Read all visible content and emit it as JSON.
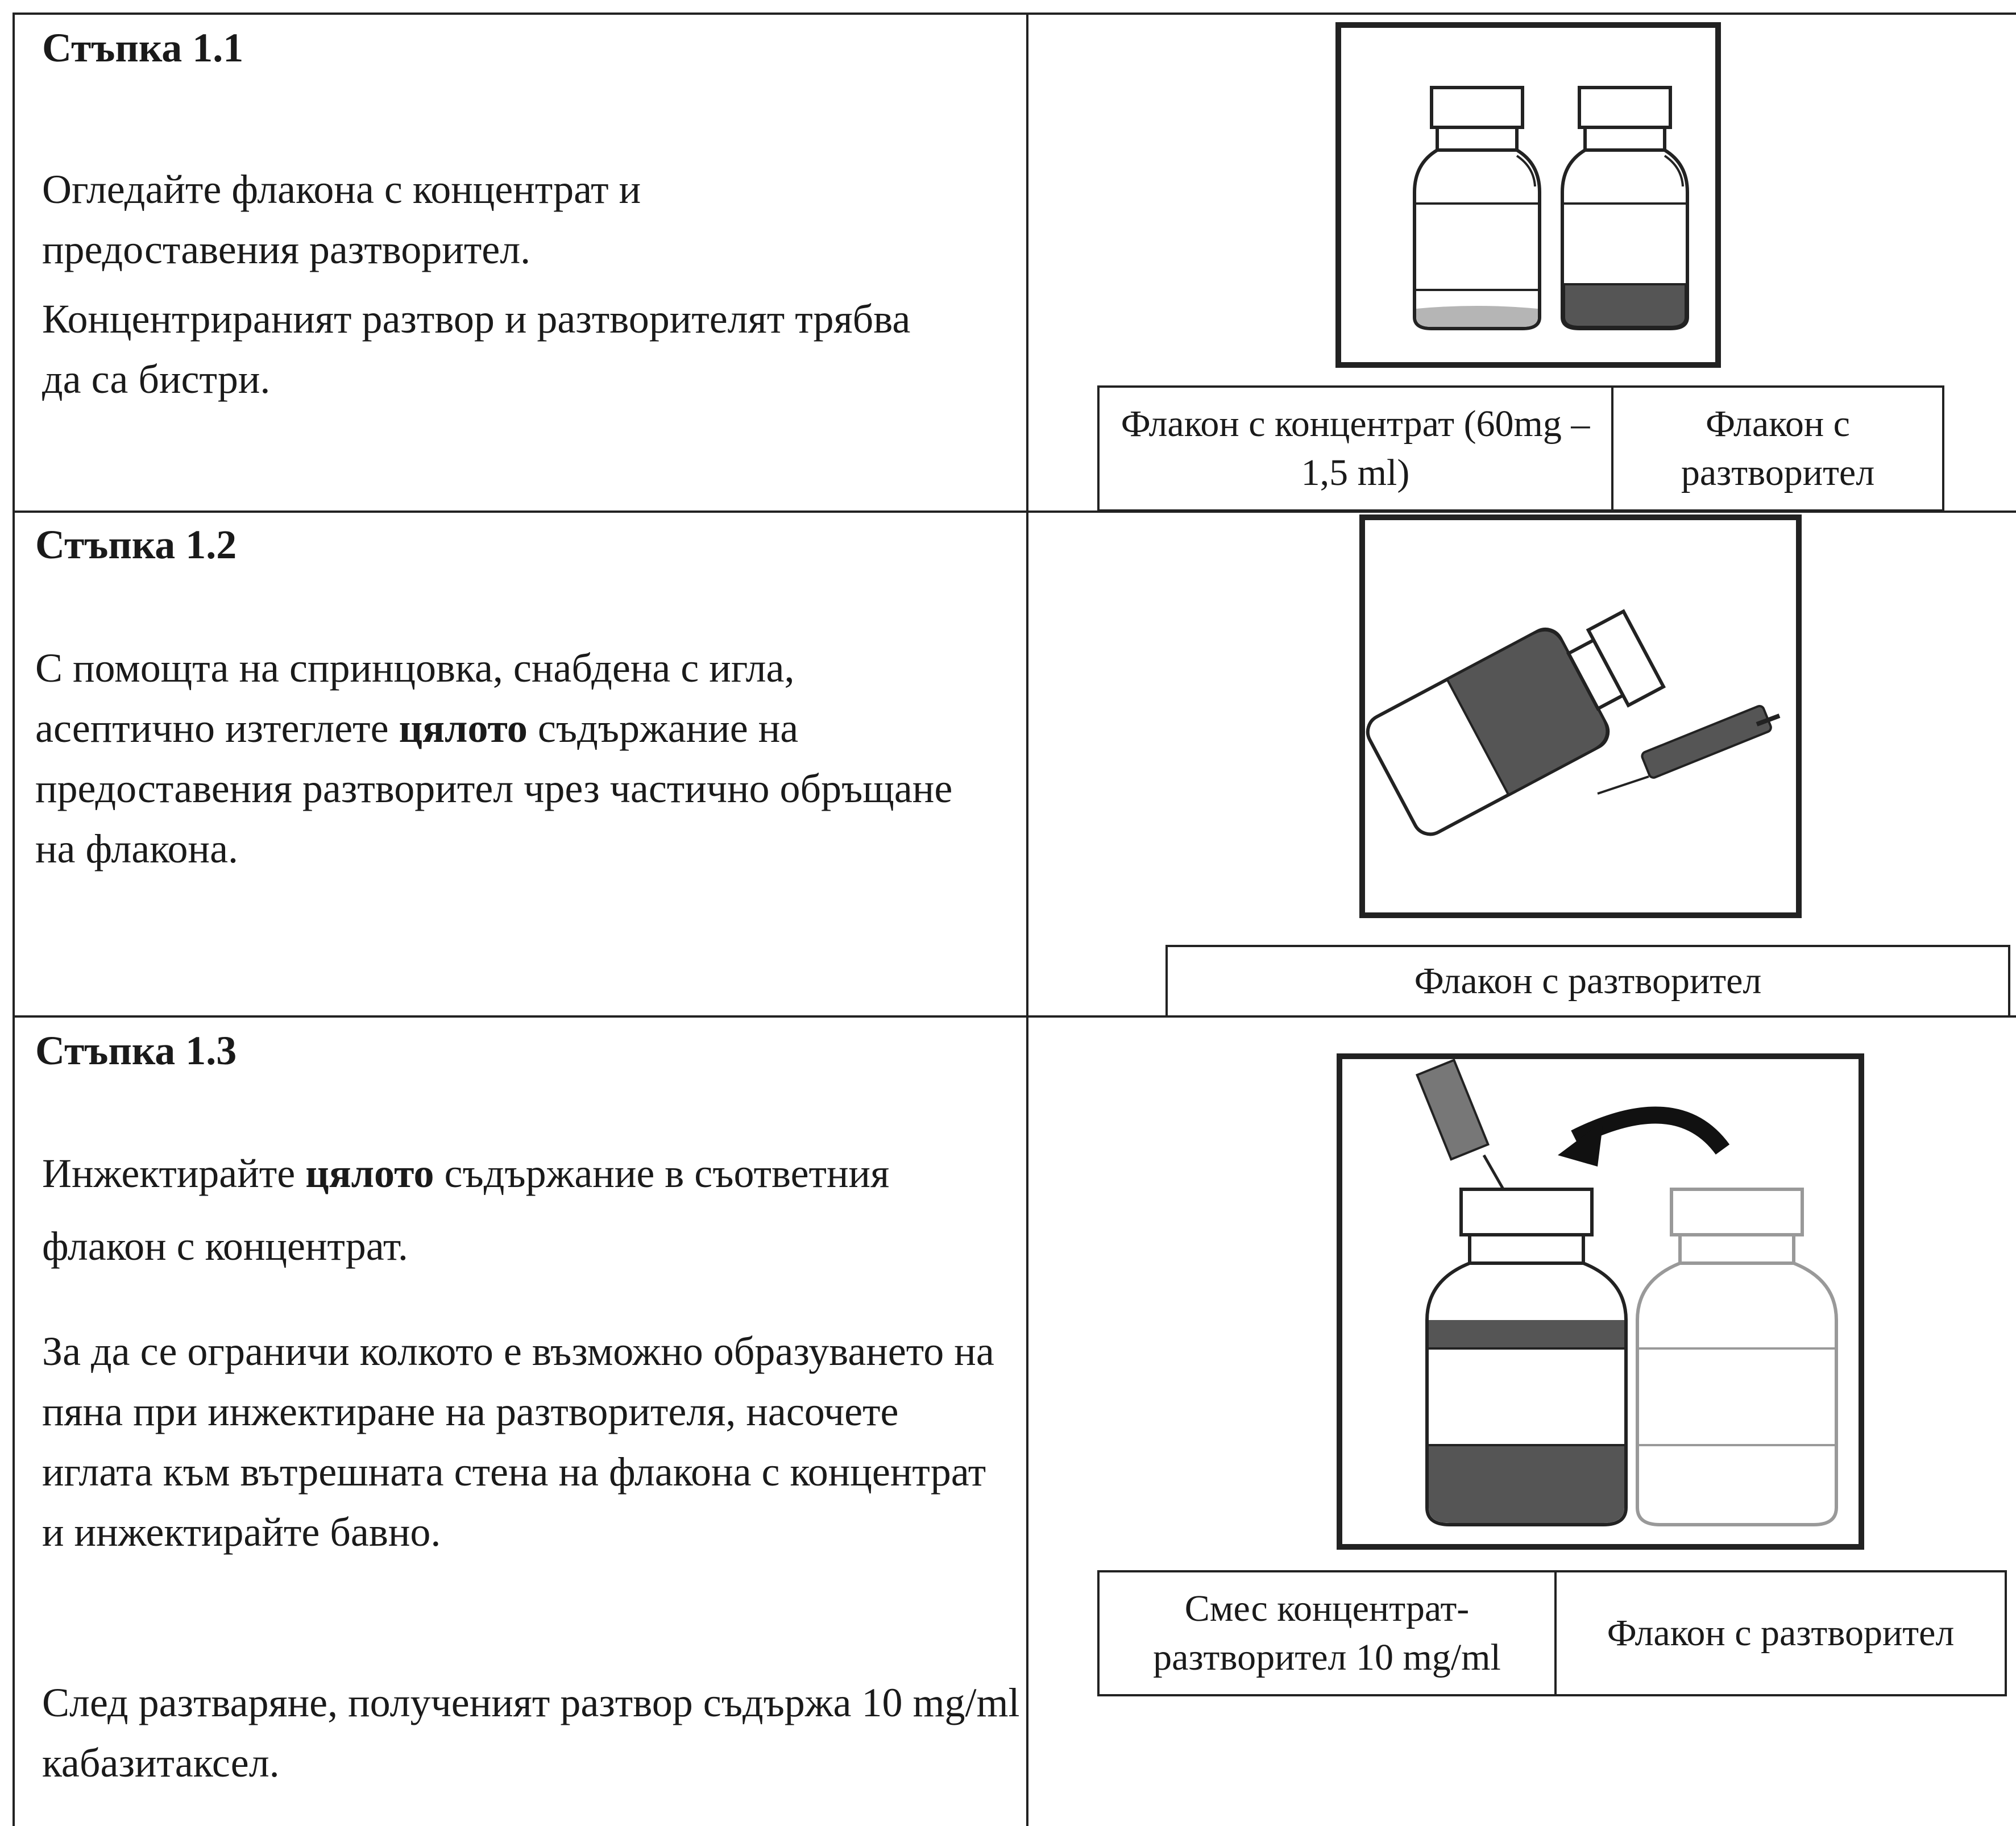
{
  "steps": [
    {
      "title": "Стъпка 1.1",
      "paragraphs": [
        "Огледайте флакона с концентрат и предоставения разтворител.",
        "Концентрираният разтвор и разтворителят трябва да са бистри."
      ],
      "captions": [
        "Флакон с концентрат (60mg – 1,5 ml)",
        "Флакон с разтворител"
      ]
    },
    {
      "title": "Стъпка 1.2",
      "paragraph_before": "С помощта на спринцовка, снабдена с игла, асептично изтеглете ",
      "paragraph_bold": "цялото",
      "paragraph_after": " съдържание на предоставения разтворител чрез частично обръщане на флакона.",
      "caption": "Флакон с разтворител"
    },
    {
      "title": "Стъпка 1.3",
      "p1_before": "Инжектирайте ",
      "p1_bold": "цялото",
      "p1_after": " съдържание в съответния флакон с концентрат.",
      "p2": "За да се ограничи колкото е възможно образуването на пяна при инжектиране на разтворителя, насочете иглата към вътрешната стена на флакона с концентрат и инжектирайте бавно.",
      "p3": "След разтваряне, полученият разтвор съдържа 10 mg/ml кабазитаксел.",
      "captions": [
        "Смес концентрат-разтворител 10 mg/ml",
        "Флакон с разтворител"
      ]
    }
  ],
  "colors": {
    "liquid": "#555555",
    "light_liquid": "#b5b5b5",
    "lines": "#222222"
  }
}
